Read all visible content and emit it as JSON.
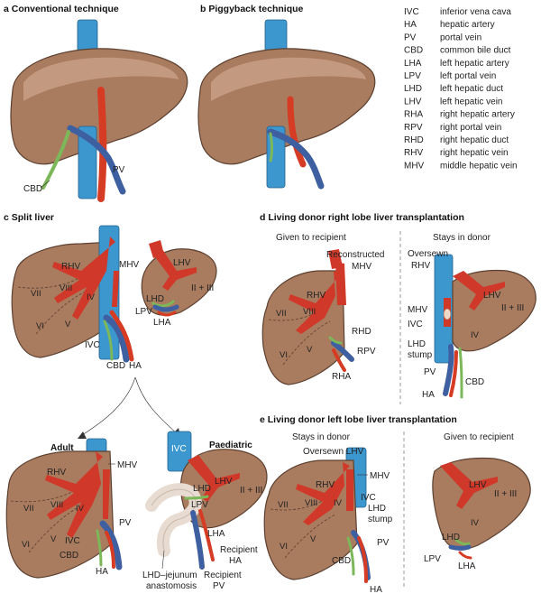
{
  "panels": {
    "a": {
      "title": "a Conventional technique",
      "labels": {
        "cbd": "CBD",
        "pv": "PV"
      }
    },
    "b": {
      "title": "b Piggyback technique"
    },
    "c": {
      "title": "c Split liver",
      "labels": {
        "rhv": "RHV",
        "mhv": "MHV",
        "lhv": "LHV",
        "ii_iii": "II + III",
        "lhd": "LHD",
        "lpv": "LPV",
        "lha": "LHA",
        "ivc": "IVC",
        "cbd": "CBD",
        "ha": "HA",
        "vii": "VII",
        "viii": "VIII",
        "iv": "IV",
        "vi": "VI",
        "v": "V"
      }
    },
    "d": {
      "title": "d Living donor right lobe liver transplantation",
      "given_to_recipient": "Given to recipient",
      "stays_in_donor": "Stays in donor",
      "labels": {
        "reconstructed": "Reconstructed",
        "mhv": "MHV",
        "rhv": "RHV",
        "vii": "VII",
        "viii": "VIII",
        "v": "V",
        "vi": "VI",
        "rhd": "RHD",
        "rpv": "RPV",
        "rha": "RHA",
        "oversewn": "Oversewn",
        "rhv2": "RHV",
        "lhv": "LHV",
        "ii_iii": "II + III",
        "mhv2": "MHV",
        "ivc": "IVC",
        "iv": "IV",
        "lhd": "LHD",
        "stump": "stump",
        "pv": "PV",
        "ha": "HA",
        "cbd": "CBD"
      }
    },
    "e": {
      "title": "e Living donor left lobe liver transplantation",
      "stays_in_donor": "Stays in donor",
      "given_to_recipient": "Given to recipient",
      "labels": {
        "oversewn_lhv": "Oversewn LHV",
        "rhv": "RHV",
        "mhv": "MHV",
        "vii": "VII",
        "viii": "VIII",
        "iv": "IV",
        "ivc": "IVC",
        "lhd": "LHD",
        "stump": "stump",
        "v": "V",
        "vi": "VI",
        "pv": "PV",
        "cbd": "CBD",
        "ha": "HA",
        "lhv": "LHV",
        "ii_iii": "II + III",
        "iv2": "IV",
        "lhd2": "LHD",
        "lpv": "LPV",
        "lha": "LHA"
      }
    },
    "adult": {
      "title": "Adult",
      "labels": {
        "rhv": "RHV",
        "mhv": "MHV",
        "vii": "VII",
        "viii": "VIII",
        "iv": "IV",
        "v": "V",
        "vi": "VI",
        "pv": "PV",
        "ivc": "IVC",
        "cbd": "CBD",
        "ha": "HA"
      }
    },
    "paediatric": {
      "title": "Paediatric",
      "labels": {
        "ivc": "IVC",
        "lhv": "LHV",
        "ii_iii": "II + III",
        "lhd": "LHD",
        "lpv": "LPV",
        "lha": "LHA",
        "recipient_ha_1": "Recipient",
        "recipient_ha_2": "HA",
        "recipient_pv_1": "Recipient",
        "recipient_pv_2": "PV",
        "anast_1": "LHD–jejunum",
        "anast_2": "anastomosis"
      }
    }
  },
  "legend": [
    {
      "abbr": "IVC",
      "full": "inferior vena cava"
    },
    {
      "abbr": "HA",
      "full": "hepatic artery"
    },
    {
      "abbr": "PV",
      "full": "portal vein"
    },
    {
      "abbr": "CBD",
      "full": "common bile duct"
    },
    {
      "abbr": "LHA",
      "full": "left hepatic artery"
    },
    {
      "abbr": "LPV",
      "full": "left portal vein"
    },
    {
      "abbr": "LHD",
      "full": "left hepatic duct"
    },
    {
      "abbr": "LHV",
      "full": "left hepatic vein"
    },
    {
      "abbr": "RHA",
      "full": "right hepatic artery"
    },
    {
      "abbr": "RPV",
      "full": "right portal vein"
    },
    {
      "abbr": "RHD",
      "full": "right hepatic duct"
    },
    {
      "abbr": "RHV",
      "full": "right hepatic vein"
    },
    {
      "abbr": "MHV",
      "full": "middle hepatic vein"
    }
  ],
  "colors": {
    "liver": "#a97b5f",
    "ivc": "#3d97cf",
    "portal_vein": "#3e5fa0",
    "hepatic_artery": "#d63b24",
    "bile_duct": "#7cb85a",
    "hepatic_vein": "#d0392a"
  }
}
